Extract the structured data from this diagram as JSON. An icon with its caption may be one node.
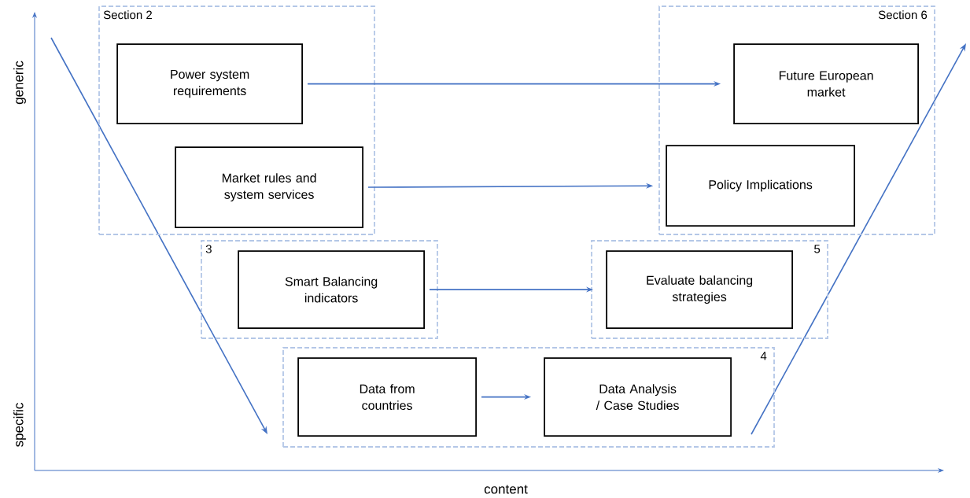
{
  "diagram": {
    "nodes": [
      {
        "text": [
          "Section 2"
        ]
      },
      {
        "text": [
          "Power system requirements"
        ],
        "in": 0
      },
      {
        "text": [
          "Section 6"
        ]
      },
      {
        "text": [
          "Future European market"
        ],
        "in": 2
      },
      {
        "text": [
          "Market rules and system services"
        ],
        "in": 0
      },
      {
        "text": [
          "Policy Implications"
        ],
        "in": 2
      },
      {
        "text": [
          "3"
        ]
      },
      {
        "text": [
          "Smart Balancing indicators"
        ],
        "in": 6
      },
      {
        "text": [
          "5"
        ]
      },
      {
        "text": [
          "Evaluate balancing strategies"
        ],
        "in": 8
      },
      {
        "text": [
          "4"
        ]
      },
      {
        "text": [
          "Data from countries"
        ],
        "in": 10
      },
      {
        "text": [
          "Data Analysis / Case Studies"
        ],
        "in": 10
      }
    ],
    "edges": [
      {
        "from": 1,
        "to": 3,
        "arrow": "to"
      },
      {
        "from": 4,
        "to": 5,
        "arrow": "to"
      },
      {
        "from": 7,
        "to": 9,
        "arrow": "to"
      },
      {
        "from": 11,
        "to": 12,
        "arrow": "to"
      }
    ],
    "labels": [
      "generic",
      "specific",
      "content"
    ]
  }
}
